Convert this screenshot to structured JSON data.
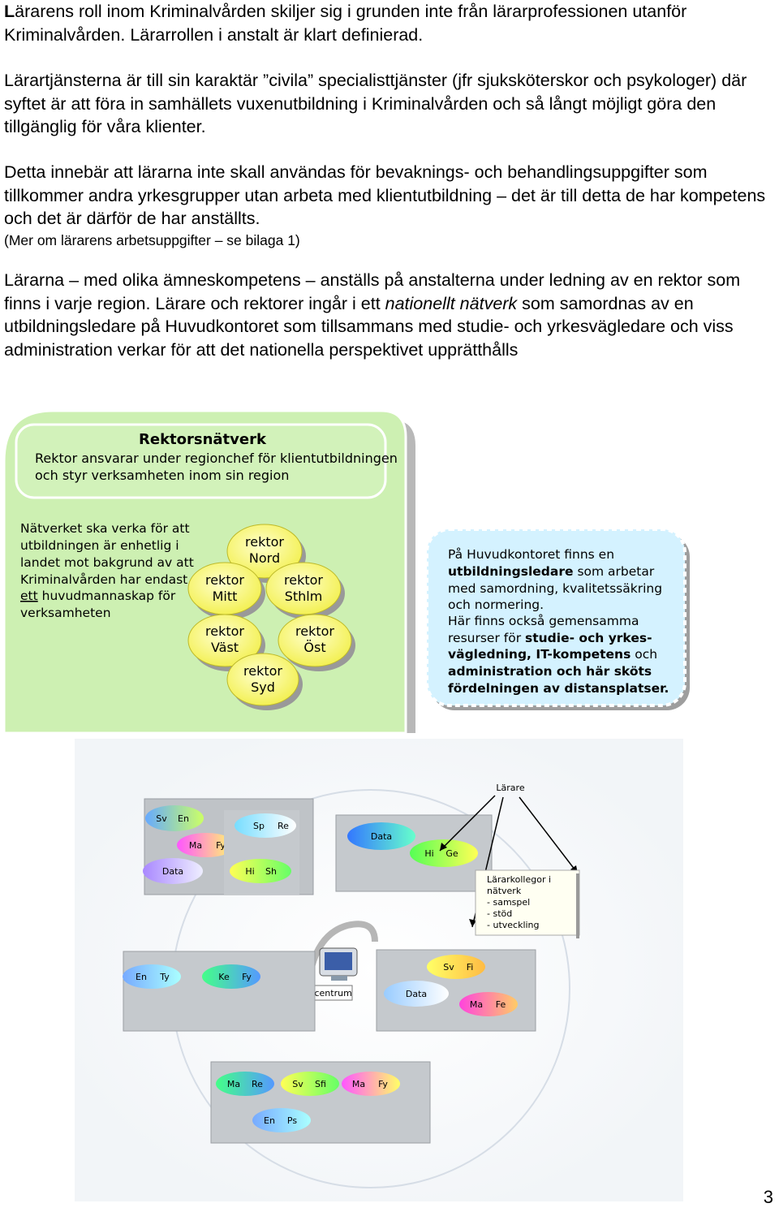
{
  "text": {
    "p1_first": "L",
    "p1_rest": "ärarens roll inom Kriminalvården skiljer sig i grunden inte från lärarprofessionen utanför Kriminalvården. Lärarrollen i anstalt är klart definierad.",
    "p2": "Lärartjänsterna är till sin karaktär ”civila” specialisttjänster (jfr sjuksköterskor och psykologer) där syftet är att föra in samhällets vuxenutbildning i Kriminalvården och så långt möjligt göra den tillgänglig för våra klienter.",
    "p3": "Detta innebär att lärarna inte skall användas för bevaknings- och behandlingsuppgifter som tillkommer andra yrkesgrupper utan arbeta med klientutbildning – det är till detta de har kompetens och det är därför de har anställts.",
    "p3_note": "(Mer om lärarens arbetsuppgifter – se bilaga 1)",
    "p4_a": "Lärarna – med olika ämneskompetens – anställs på anstalterna under ledning av en rektor som finns i varje region. Lärare och rektorer ingår i ett ",
    "p4_italic": "nationellt nätverk",
    "p4_b": " som samordnas av en utbildningsledare på Huvudkontoret som tillsammans med studie- och yrkesvägledare och viss administration verkar för att det nationella perspektivet upprätthålls"
  },
  "diagram1": {
    "title": "Rektorsnätverk",
    "desc_line1": "Rektor ansvarar under regionchef för klientutbildningen",
    "desc_line2": "och styr verksamheten inom sin region",
    "left_lines": [
      "Nätverket ska verka för att",
      "utbildningen är enhetlig i",
      "landet mot bakgrund av att",
      "Kriminalvården har endast",
      "huvudmannaskap för",
      "verksamheten"
    ],
    "left_underlined": "ett",
    "ovals": [
      {
        "l1": "rektor",
        "l2": "Nord"
      },
      {
        "l1": "rektor",
        "l2": "Mitt"
      },
      {
        "l1": "rektor",
        "l2": "Sthlm"
      },
      {
        "l1": "rektor",
        "l2": "Väst"
      },
      {
        "l1": "rektor",
        "l2": "Öst"
      },
      {
        "l1": "rektor",
        "l2": "Syd"
      }
    ],
    "box": {
      "l1": "På Huvudkontoret finns en",
      "l2_bold": "utbildningsledare",
      "l2_rest": " som arbetar",
      "l3": "med samordning, kvalitetssäkring",
      "l4": "och normering.",
      "l5": "Här finns också gemensamma",
      "l6_a": "resurser för ",
      "l6_bold": "studie- och yrkes-",
      "l7_bold": "vägledning, IT-kompetens",
      "l7_rest": " och",
      "l8_bold": "administration och här sköts",
      "l9_bold": "fördelningen av distansplatser."
    },
    "colors": {
      "green": "#ccf2b3",
      "yellow": "#ffff66",
      "lightblue": "#cceeff"
    }
  },
  "diagram2": {
    "larare_label": "Lärare",
    "note_lines": [
      "Lärarkollegor i",
      "nätverk",
      "- samspel",
      "- stöd",
      "- utveckling"
    ],
    "center_label": "Nätcentrum",
    "tags": {
      "sv": "Sv",
      "en": "En",
      "ma": "Ma",
      "fy": "Fy",
      "data": "Data",
      "sp": "Sp",
      "re": "Re",
      "hi": "Hi",
      "sh": "Sh",
      "ge": "Ge",
      "ty": "Ty",
      "ke": "Ke",
      "fi": "Fi",
      "fe": "Fe",
      "sfi": "Sfi",
      "ps": "Ps"
    }
  },
  "page_number": "3"
}
